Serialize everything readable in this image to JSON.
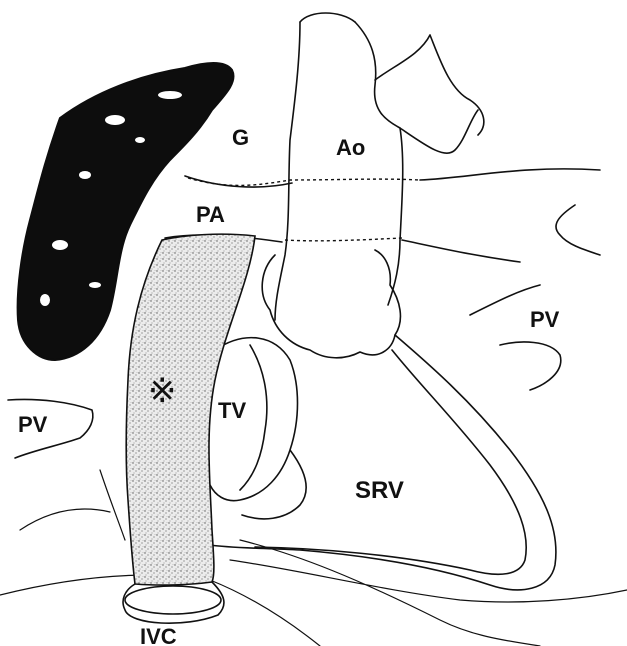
{
  "labels": {
    "g": "G",
    "ao": "Ao",
    "pa": "PA",
    "pv_right": "PV",
    "pv_left": "PV",
    "tv": "TV",
    "srv": "SRV",
    "ivc": "IVC"
  },
  "conduit_marker": "※"
}
